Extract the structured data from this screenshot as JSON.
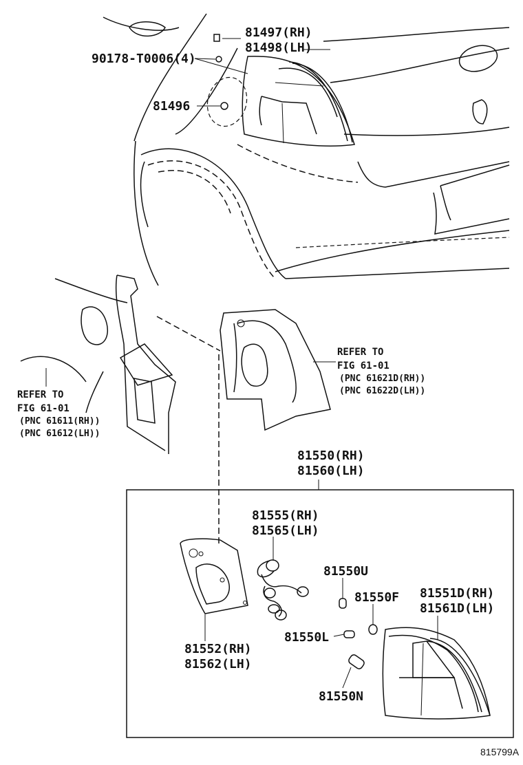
{
  "labels": {
    "p81497": "81497(RH)",
    "p81498": "81498(LH)",
    "p90178": "90178-T0006(4)",
    "p81496": "81496",
    "ref1_line1": "REFER TO",
    "ref1_line2": "FIG 61-01",
    "ref1_pnc1": "(PNC 61611(RH))",
    "ref1_pnc2": "(PNC 61612(LH))",
    "ref2_line1": "REFER TO",
    "ref2_line2": "FIG 61-01",
    "ref2_pnc1": "(PNC 61621D(RH))",
    "ref2_pnc2": "(PNC 61622D(LH))",
    "p81550": "81550(RH)",
    "p81560": "81560(LH)",
    "p81555": "81555(RH)",
    "p81565": "81565(LH)",
    "p81550U": "81550U",
    "p81550F": "81550F",
    "p81551D": "81551D(RH)",
    "p81561D": "81561D(LH)",
    "p81550L": "81550L",
    "p81552": "81552(RH)",
    "p81562": "81562(LH)",
    "p81550N": "81550N",
    "figure_id": "815799A"
  }
}
